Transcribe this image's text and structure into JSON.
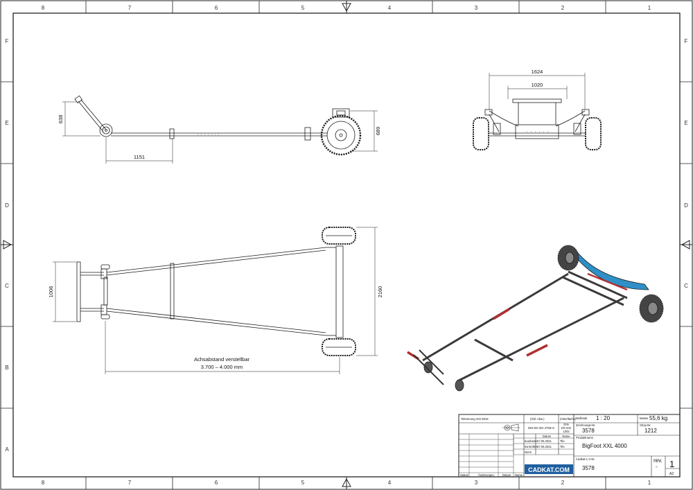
{
  "frame": {
    "columns": [
      "8",
      "7",
      "6",
      "5",
      "4",
      "3",
      "2",
      "1"
    ],
    "rows": [
      "F",
      "E",
      "D",
      "C",
      "B",
      "A"
    ]
  },
  "dimensions": {
    "side_height_1": "638",
    "side_length": "1151",
    "side_height_2": "689",
    "front_width_outer": "1624",
    "front_width_inner": "1020",
    "plan_width": "1006",
    "plan_length": "2160",
    "wheelbase_label": "Achsabstand verstellbar",
    "wheelbase_range": "3.700 – 4.000 mm"
  },
  "title_block": {
    "tolerance_label": "Tolerierung ISO 8015",
    "gen_tolerance_label": "(Gbl. Abw.)",
    "surface_label": "(Oberfläche)",
    "standard_line": "DIN EN ISO 2768-m",
    "surface_lines": [
      "DIN",
      "EN ISO",
      "1302"
    ],
    "scale_label": "Maßstab",
    "scale_value": "1 : 20",
    "mass_label": "Masse",
    "mass_value": "55,6 kg",
    "drawing_no_label": "Zeichnungs-Nr.",
    "drawing_no_value": "3578",
    "shop_no_label": "Shop-Nr.",
    "shop_no_value": "1212",
    "product_label": "Produktname",
    "product_value": "BigFoot XXL 4000",
    "header_datum": "Datum",
    "header_name": "Name",
    "row_bearb_label": "bearbeitet",
    "row_bearb_date": "17.05.2021",
    "row_bearb_name": "Tilo",
    "row_kontr_label": "kontrolliert",
    "row_kontr_date": "17.05.2021",
    "row_kontr_name": "Tilo",
    "row_norm_label": "Norm",
    "cadkat_label": "Cadkat-L-V-Nr.",
    "cadkat_value": "3578",
    "rev_label": "rev.",
    "rev_value": "-",
    "sheet_value": "1",
    "format_value": "A2",
    "footer_status": "Status",
    "footer_changes": "Änderungen",
    "footer_date": "Datum",
    "footer_name": "Name",
    "logo_text": "CADKAT.COM"
  },
  "colors": {
    "line": "#1a1a1a",
    "frame": "#222222",
    "tyre": "#333333",
    "accent_red": "#b03030",
    "cradle_blue": "#2f8fc7",
    "logo_blue": "#1f5f9f"
  }
}
